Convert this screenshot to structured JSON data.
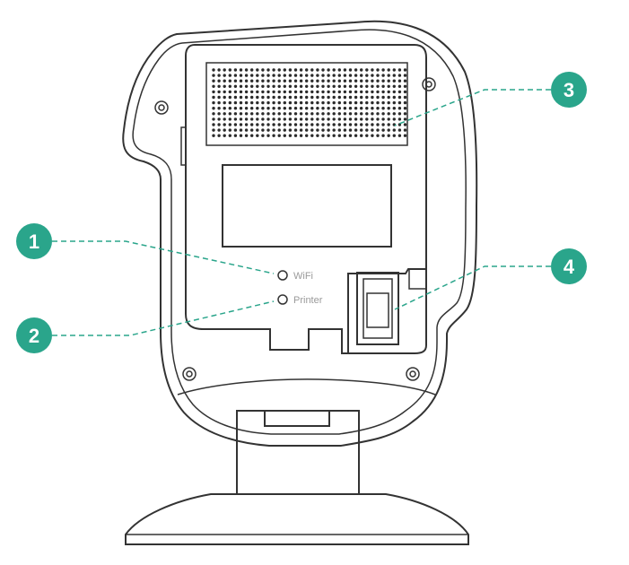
{
  "device": {
    "indicators": [
      {
        "id": "wifi",
        "label": "WiFi"
      },
      {
        "id": "printer",
        "label": "Printer"
      }
    ]
  },
  "callouts": [
    {
      "number": "1",
      "target": "wifi-indicator-light"
    },
    {
      "number": "2",
      "target": "printer-indicator-light"
    },
    {
      "number": "3",
      "target": "speaker-grille"
    },
    {
      "number": "4",
      "target": "usb-port"
    }
  ],
  "colors": {
    "accent": "#2aa58b",
    "outline": "#333333",
    "label_text": "#9a9a9a",
    "background": "#ffffff"
  }
}
